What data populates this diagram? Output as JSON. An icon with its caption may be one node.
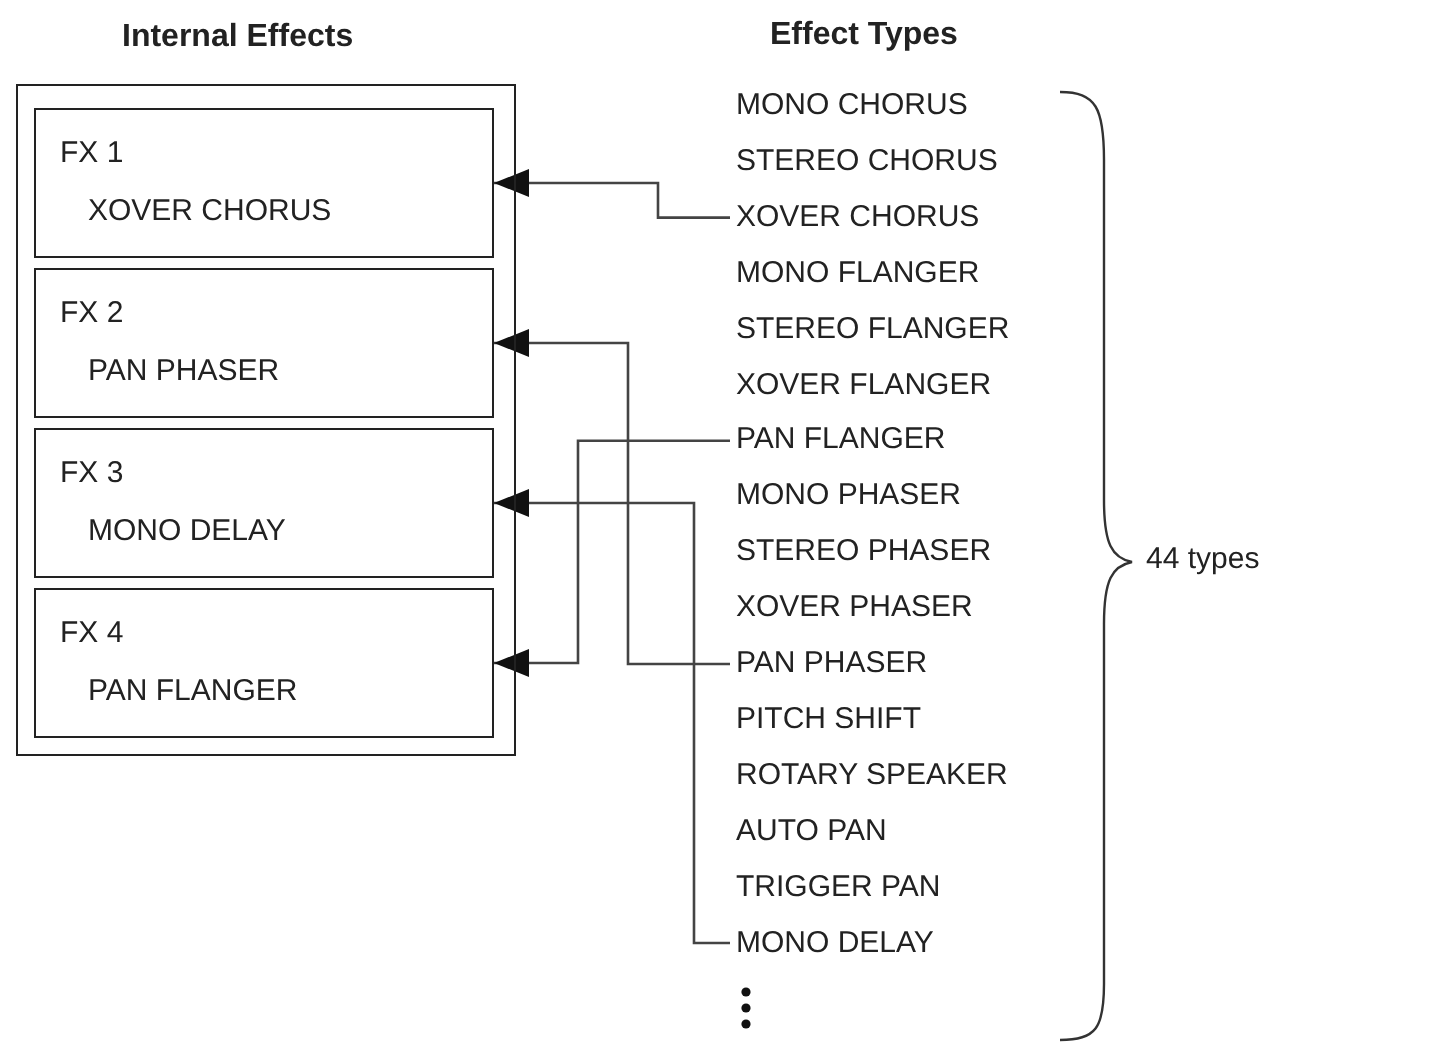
{
  "diagram": {
    "nodes": [
      {
        "text": [
          "Internal Effects"
        ]
      },
      {
        "text": [
          "FX 1",
          "XOVER CHORUS"
        ],
        "in": 0
      },
      {
        "text": [
          "FX 2",
          "PAN PHASER"
        ],
        "in": 0
      },
      {
        "text": [
          "FX 3",
          "MONO DELAY"
        ],
        "in": 0
      },
      {
        "text": [
          "FX 4",
          "PAN FLANGER"
        ],
        "in": 0
      },
      {
        "text": [
          "MONO CHORUS"
        ]
      },
      {
        "text": [
          "STEREO CHORUS"
        ]
      },
      {
        "text": [
          "XOVER CHORUS"
        ]
      },
      {
        "text": [
          "MONO FLANGER"
        ]
      },
      {
        "text": [
          "STEREO FLANGER"
        ]
      },
      {
        "text": [
          "XOVER FLANGER"
        ]
      },
      {
        "text": [
          "PAN FLANGER"
        ]
      },
      {
        "text": [
          "MONO PHASER"
        ]
      },
      {
        "text": [
          "STEREO PHASER"
        ]
      },
      {
        "text": [
          "XOVER PHASER"
        ]
      },
      {
        "text": [
          "PAN PHASER"
        ]
      },
      {
        "text": [
          "PITCH SHIFT"
        ]
      },
      {
        "text": [
          "ROTARY SPEAKER"
        ]
      },
      {
        "text": [
          "AUTO PAN"
        ]
      },
      {
        "text": [
          "TRIGGER PAN"
        ]
      },
      {
        "text": [
          "MONO DELAY"
        ]
      }
    ],
    "edges": [
      {
        "from": 7,
        "to": 1,
        "arrow": "to"
      },
      {
        "from": 15,
        "to": 2,
        "arrow": "to"
      },
      {
        "from": 20,
        "to": 3,
        "arrow": "to"
      },
      {
        "from": 11,
        "to": 4,
        "arrow": "to"
      }
    ],
    "labels": [
      "Effect Types",
      "44 types"
    ]
  }
}
